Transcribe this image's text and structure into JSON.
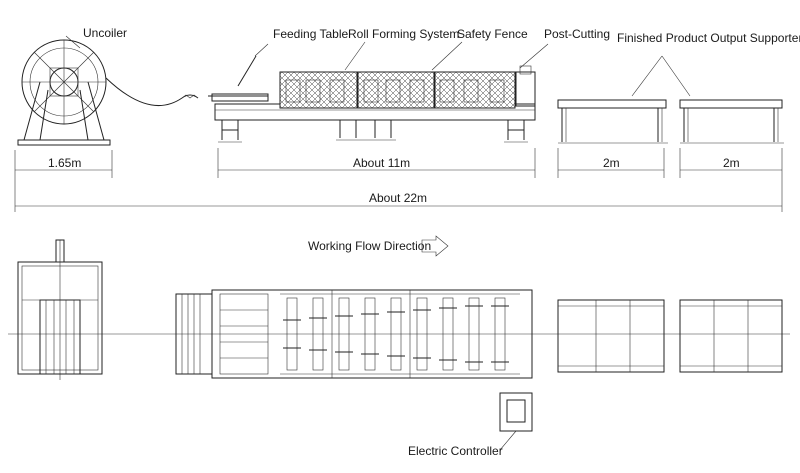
{
  "labels": {
    "uncoiler": "Uncoiler",
    "feeding_table": "Feeding Table",
    "roll_forming_system": "Roll Forming System",
    "safety_fence": "Safety Fence",
    "post_cutting": "Post-Cutting",
    "finished_output": "Finished Product Output Supporter",
    "working_flow": "Working Flow Direction",
    "electric_controller": "Electric Controller"
  },
  "dimensions": {
    "uncoiler_width": "1.65m",
    "machine_length": "About 11m",
    "supporter_1": "2m",
    "supporter_2": "2m",
    "total_length": "About 22m"
  }
}
